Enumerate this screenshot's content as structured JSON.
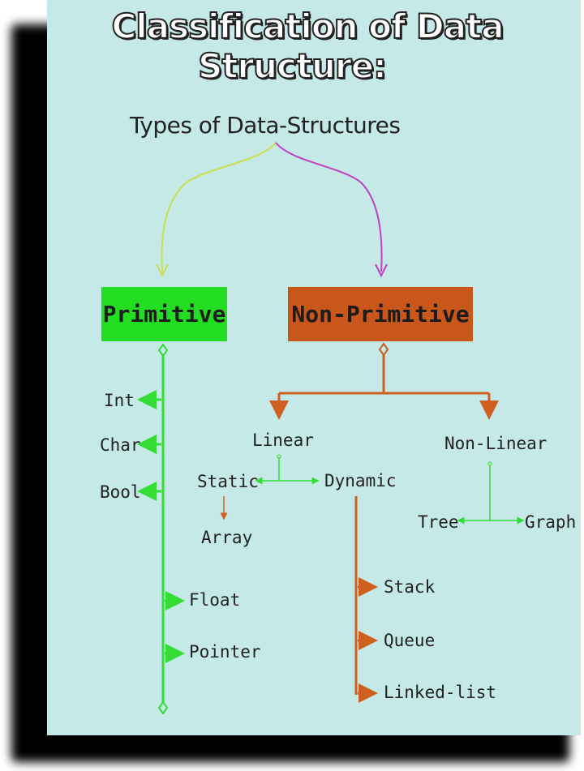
{
  "title": "Classification of Data Structure:",
  "diagram": {
    "root": "Types of Data-Structures",
    "primitive": {
      "label": "Primitive",
      "left_items": [
        "Int",
        "Char",
        "Bool"
      ],
      "right_items": [
        "Float",
        "Pointer"
      ]
    },
    "non_primitive": {
      "label": "Non-Primitive",
      "linear": {
        "label": "Linear",
        "static": {
          "label": "Static",
          "child": "Array"
        },
        "dynamic": {
          "label": "Dynamic",
          "children": [
            "Stack",
            "Queue",
            "Linked-list"
          ]
        }
      },
      "non_linear": {
        "label": "Non-Linear",
        "children": [
          "Tree",
          "Graph"
        ]
      }
    }
  },
  "colors": {
    "background": "#c4e9e7",
    "primitive": "#22dd22",
    "non_primitive": "#c9561a",
    "primitive_lines": "#33dd33",
    "non_primitive_lines": "#cf5f1f",
    "left_curve": "#c8e04a",
    "right_curve": "#c040c0"
  }
}
